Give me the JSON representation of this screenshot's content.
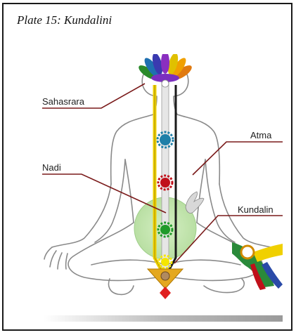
{
  "caption": "Plate 15: Kundalini",
  "labels": {
    "sahasrara": "Sahasrara",
    "atma": "Atma",
    "nadi": "Nadi",
    "kundalini": "Kundalin"
  },
  "colors": {
    "leader_line": "#7a1a1a",
    "body_outline": "#8a8a8a",
    "heart_aura": "#bfe3a8",
    "sushumna": "#e5e5e5",
    "ida": "#f2d200",
    "pingala": "#1a1a1a",
    "chakra_crown": "#7b2fbf",
    "chakra_throat": "#1f7fa8",
    "chakra_heart_upper": "#c0101a",
    "chakra_heart": "#1f9a2a",
    "chakra_navel": "#f5e600",
    "chakra_root": "#e02020"
  }
}
